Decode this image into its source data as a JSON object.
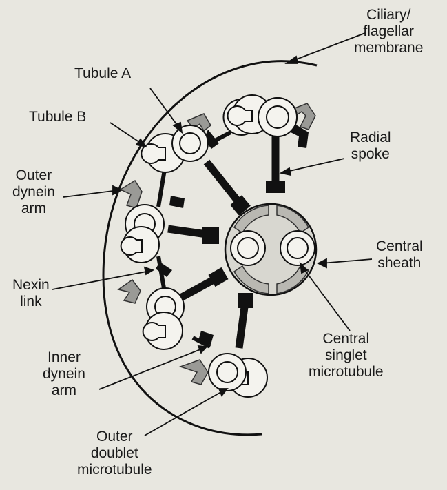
{
  "colors": {
    "background": "#e8e7e0",
    "ink": "#111111",
    "tubule_fill": "#f4f3ee",
    "arm_fill": "#9a9a96",
    "sheath_fill": "#b9b8b2"
  },
  "labels": {
    "membrane": [
      "Ciliary/",
      "flagellar",
      "membrane"
    ],
    "tubule_a": [
      "Tubule A"
    ],
    "tubule_b": [
      "Tubule B"
    ],
    "outer_dynein_arm": [
      "Outer",
      "dynein",
      "arm"
    ],
    "radial_spoke": [
      "Radial",
      "spoke"
    ],
    "central_sheath": [
      "Central",
      "sheath"
    ],
    "nexin_link": [
      "Nexin",
      "link"
    ],
    "central_singlet": [
      "Central",
      "singlet",
      "microtubule"
    ],
    "inner_dynein_arm": [
      "Inner",
      "dynein",
      "arm"
    ],
    "outer_doublet": [
      "Outer",
      "doublet",
      "microtubule"
    ]
  },
  "icons": {
    "doublet": "doublet-microtubule-icon",
    "arm": "dynein-arm-icon",
    "spoke": "radial-spoke-icon",
    "sheath": "central-sheath-icon"
  }
}
